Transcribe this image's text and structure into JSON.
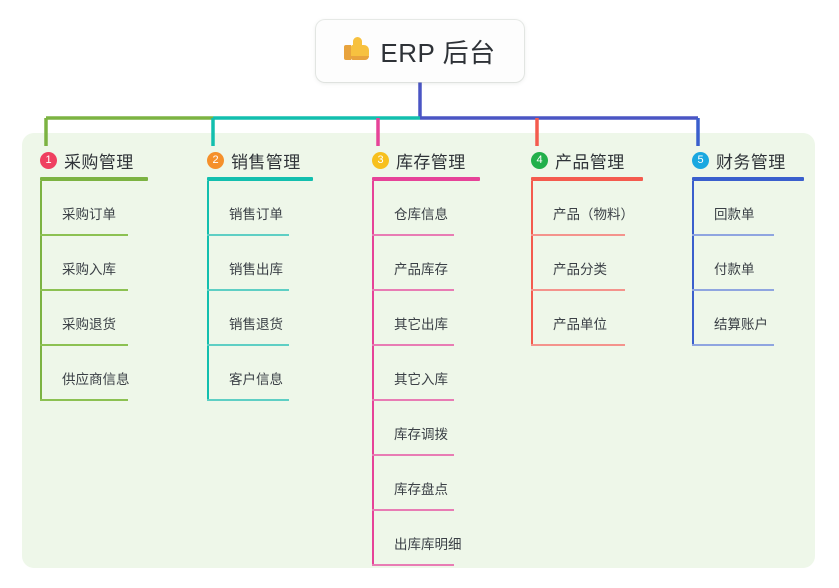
{
  "root": {
    "icon": "thumbs-up-icon",
    "title": "ERP 后台"
  },
  "columns": [
    {
      "number": "1",
      "title": "采购管理",
      "badge_color": "#ef4060",
      "line_color": "#7cb342",
      "rule_color": "#8cc152",
      "items": [
        "采购订单",
        "采购入库",
        "采购退货",
        "供应商信息"
      ]
    },
    {
      "number": "2",
      "title": "销售管理",
      "badge_color": "#f5902b",
      "line_color": "#12bfae",
      "rule_color": "#5ecfc4",
      "items": [
        "销售订单",
        "销售出库",
        "销售退货",
        "客户信息"
      ]
    },
    {
      "number": "3",
      "title": "库存管理",
      "badge_color": "#f7c01e",
      "line_color": "#e64398",
      "rule_color": "#e87cb4",
      "items": [
        "仓库信息",
        "产品库存",
        "其它出库",
        "其它入库",
        "库存调拨",
        "库存盘点",
        "出库库明细"
      ]
    },
    {
      "number": "4",
      "title": "产品管理",
      "badge_color": "#22b04b",
      "line_color": "#f45b4e",
      "rule_color": "#f4938c",
      "items": [
        "产品（物料）",
        "产品分类",
        "产品单位"
      ]
    },
    {
      "number": "5",
      "title": "财务管理",
      "badge_color": "#1aa8e0",
      "line_color": "#3a5fcd",
      "rule_color": "#8fa5e0",
      "items": [
        "回款单",
        "付款单",
        "结算账户"
      ]
    }
  ],
  "bus": {
    "segment_colors": [
      "#7cb342",
      "#12bfae",
      "#4a55c4",
      "#4a55c4"
    ],
    "stem_color": "#4a55c4"
  },
  "panel": {
    "background": "#eef7e9"
  }
}
